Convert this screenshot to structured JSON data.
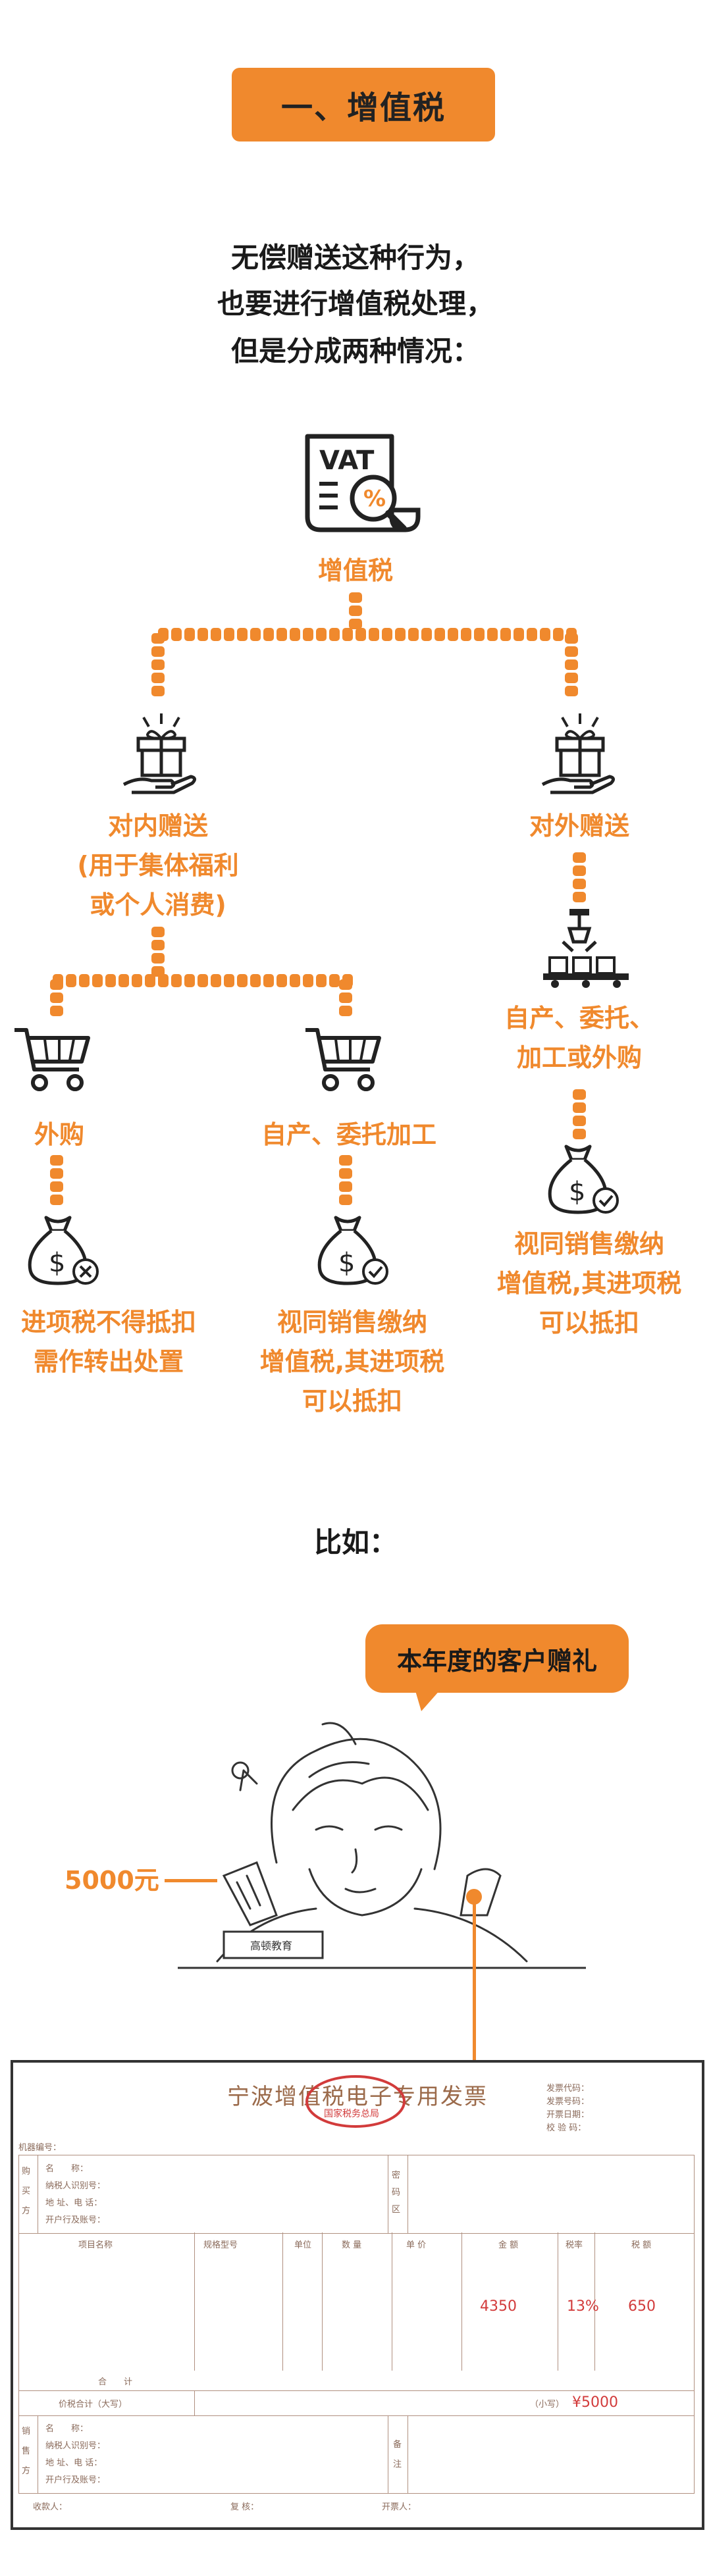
{
  "section": {
    "title": "一、增值税"
  },
  "intro": [
    "无偿赠送这种行为，",
    "也要进行增值税处理，",
    "但是分成两种情况："
  ],
  "root": {
    "label": "增值税",
    "icon_text": "VAT"
  },
  "inner": {
    "label_lines": [
      "对内赠送",
      "(用于集体福利",
      "或个人消费)"
    ]
  },
  "outer": {
    "label": "对外赠送",
    "sub_lines": [
      "自产、委托、",
      "加工或外购"
    ],
    "result_lines": [
      "视同销售缴纳",
      "增值税,其进项税",
      "可以抵扣"
    ]
  },
  "purchase": {
    "label": "外购",
    "result_lines": [
      "进项税不得抵扣",
      "需作转出处置"
    ]
  },
  "self_made": {
    "label": "自产、委托加工",
    "result_lines": [
      "视同销售缴纳",
      "增值税,其进项税",
      "可以抵扣"
    ]
  },
  "money_symbol": "$",
  "example": {
    "label": "比如：",
    "bubble": "本年度的客户赠礼",
    "amount": "5000元",
    "sign": "高顿教育"
  },
  "invoice": {
    "title": "宁波增值税电子专用发票",
    "meta": [
      "发票代码：",
      "发票号码：",
      "开票日期：",
      "校 验 码："
    ],
    "machine_no": "机器编号：",
    "buyer_side": "购买方",
    "buyer_fields": [
      "名　　称：",
      "纳税人识别号：",
      "地 址、电 话：",
      "开户行及账号："
    ],
    "password_area": "密码区",
    "columns": [
      "项目名称",
      "规格型号",
      "单位",
      "数 量",
      "单 价",
      "金 额",
      "税率",
      "税 额"
    ],
    "amount": "4350",
    "tax_rate": "13%",
    "tax": "650",
    "subtotal_label": "合　　计",
    "total_label": "价税合计（大写）",
    "total_small_label": "（小写）",
    "total": "¥5000",
    "seller_side": "销售方",
    "seller_fields": [
      "名　　称：",
      "纳税人识别号：",
      "地 址、电 话：",
      "开户行及账号："
    ],
    "remark": "备注",
    "footer": [
      "收款人：",
      "复 核：",
      "开票人："
    ],
    "stamp": "国家税务总局"
  },
  "colors": {
    "accent": "#F0892D",
    "text": "#1a1a1a"
  }
}
